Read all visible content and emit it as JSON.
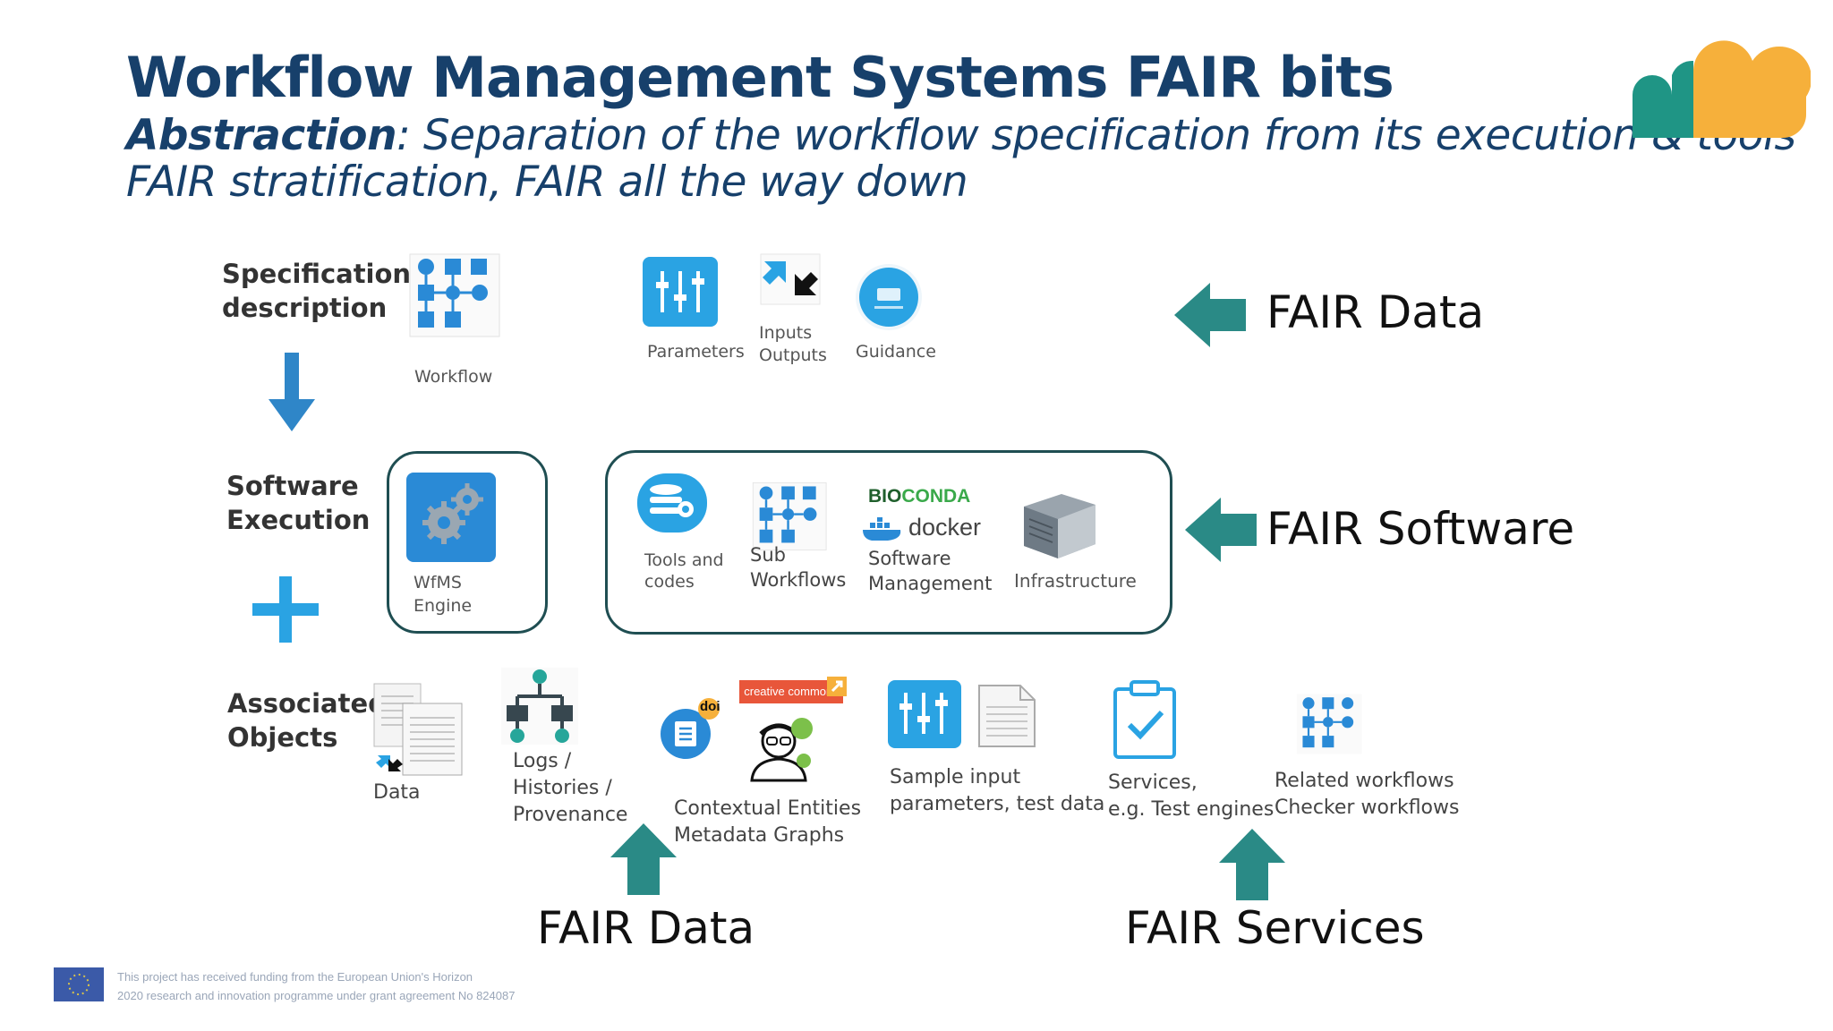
{
  "title": "Workflow Management Systems FAIR bits",
  "subtitle": {
    "line1_bold": "Abstraction",
    "line1_rest": ": Separation of the workflow specification from its execution & tools",
    "line2": "FAIR stratification, FAIR all the way down"
  },
  "rows": {
    "specification": {
      "line1": "Specification",
      "line2": "description"
    },
    "software": {
      "line1": "Software",
      "line2": "Execution"
    },
    "associated": {
      "line1": "Associated",
      "line2": "Objects"
    }
  },
  "spec_items": {
    "workflow": "Workflow",
    "parameters": "Parameters",
    "inputs": "Inputs",
    "outputs": "Outputs",
    "guidance": "Guidance"
  },
  "software_items": {
    "wfms_line1": "WfMS",
    "wfms_line2": "Engine",
    "tools_line1": "Tools and",
    "tools_line2": "codes",
    "sub_line1": "Sub",
    "sub_line2": "Workflows",
    "bioconda_bio": "BIO",
    "bioconda_conda": "CONDA",
    "docker": "docker",
    "swm_line1": "Software",
    "swm_line2": "Management",
    "infrastructure": "Infrastructure"
  },
  "associated_items": {
    "data": "Data",
    "logs_line1": "Logs /",
    "logs_line2": "Histories /",
    "logs_line3": "Provenance",
    "creative_commons": "creative commons",
    "doi": "doi",
    "ctx_line1": "Contextual Entities",
    "ctx_line2": "Metadata Graphs",
    "sample_line1": "Sample input",
    "sample_line2": "parameters, test data",
    "services_line1": "Services,",
    "services_line2": "e.g. Test engines",
    "related_line1": "Related workflows",
    "related_line2": "Checker workflows"
  },
  "fair_labels": {
    "data_right": "FAIR Data",
    "software_right": "FAIR Software",
    "data_bottom": "FAIR Data",
    "services_bottom": "FAIR Services"
  },
  "funding": {
    "line1": "This project has received funding from the European Union's Horizon",
    "line2": "2020 research and innovation programme under grant agreement No 824087"
  },
  "colors": {
    "title": "#17406b",
    "teal": "#2a8a86",
    "box_border": "#1f4e52",
    "icon_blue": "#2aa3e3",
    "logo_teal": "#1f9585",
    "logo_orange": "#f6b03b"
  }
}
